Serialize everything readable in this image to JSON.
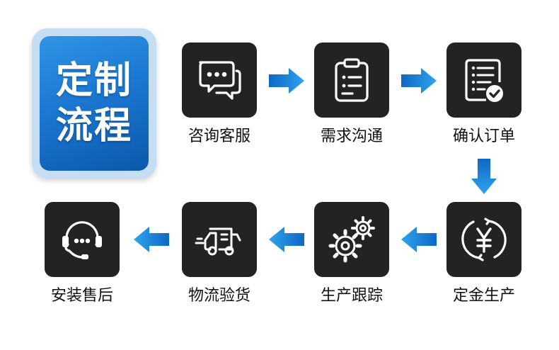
{
  "title": {
    "line1": "定制",
    "line2": "流程"
  },
  "steps": [
    {
      "label": "咨询客服",
      "icon": "chat-bubbles-icon"
    },
    {
      "label": "需求沟通",
      "icon": "clipboard-icon"
    },
    {
      "label": "确认订单",
      "icon": "document-check-icon"
    },
    {
      "label": "定金生产",
      "icon": "yuan-cycle-icon"
    },
    {
      "label": "生产跟踪",
      "icon": "gears-icon"
    },
    {
      "label": "物流验货",
      "icon": "delivery-truck-icon"
    },
    {
      "label": "安装售后",
      "icon": "headset-support-icon"
    }
  ],
  "colors": {
    "accent": "#1a7fd6",
    "box": "#232323",
    "text": "#111111"
  }
}
